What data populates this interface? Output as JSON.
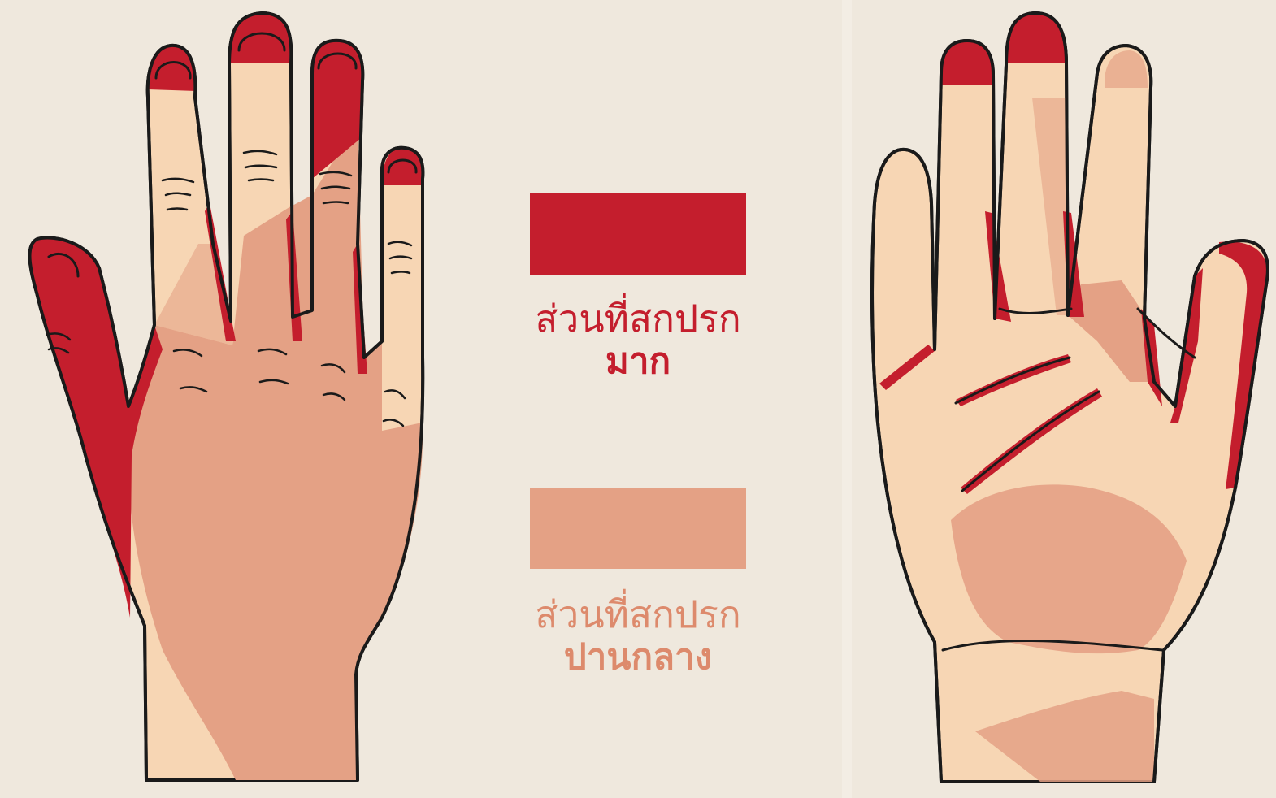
{
  "colors": {
    "background": "#efe8dd",
    "skin": "#f7d6b4",
    "very_dirty": "#c41e2d",
    "moderately_dirty": "#e4a185",
    "outline": "#1a1a1a"
  },
  "legend": [
    {
      "line1": "ส่วนที่สกปรก",
      "line2": "มาก",
      "color": "#c41e2d"
    },
    {
      "line1": "ส่วนที่สกปรก",
      "line2": "ปานกลาง",
      "color": "#e4a185"
    }
  ]
}
